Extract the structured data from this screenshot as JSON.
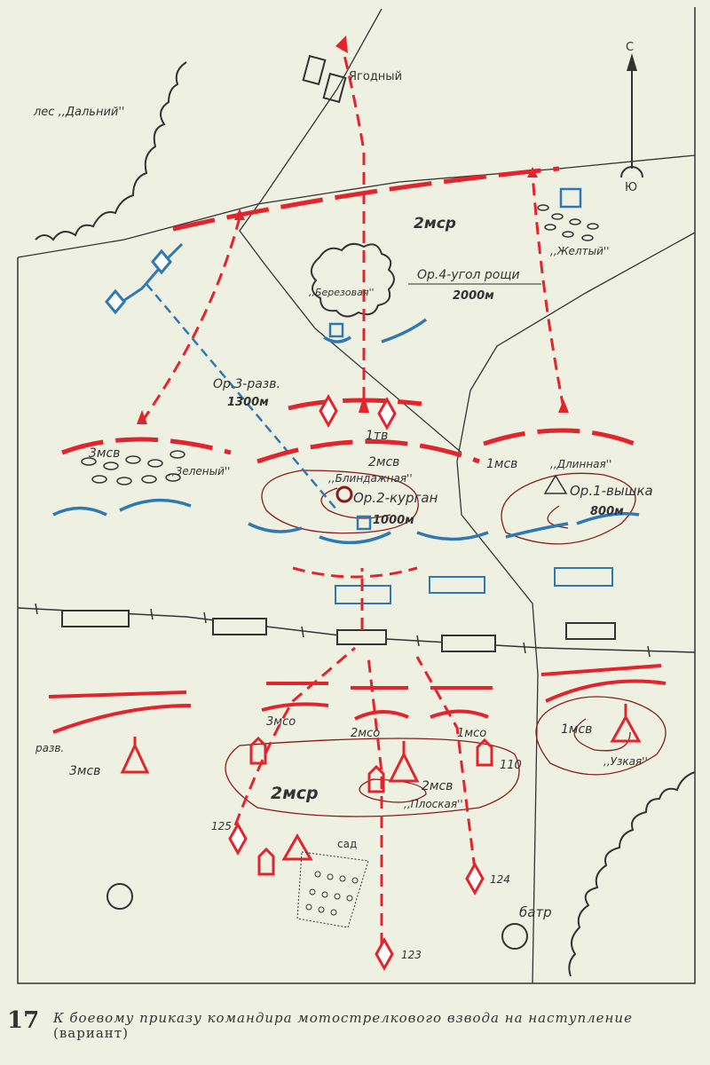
{
  "map": {
    "colors": {
      "background": "#eef1e1",
      "own_forces": "#e4242c",
      "enemy_forces": "#2f78b2",
      "terrain": "#333333",
      "relief": "#8a1a1a"
    },
    "labels": {
      "forest_far": "лес ,,Дальний''",
      "village": "Ягодный",
      "north": "С",
      "south": "Ю",
      "company_2_top": "2мср",
      "yellow": ",,Желтый''",
      "birch": ",,Березовая''",
      "lm4_name": "Ор.4-угол рощи",
      "lm4_dist": "2000м",
      "lm3_name": "Ор.3-разв.",
      "lm3_dist": "1300м",
      "tank_1": "1тв",
      "msv_3": "3мсв",
      "green": ",,Зеленый''",
      "msv_2": "2мсв",
      "dugout": ",,Блиндажная''",
      "lm2_name": "Ор.2-курган",
      "lm2_dist": "1000м",
      "msv_1": "1мсв",
      "long": ",,Длинная''",
      "lm1_name": "Ор.1-вышка",
      "lm1_dist": "800м",
      "recon": "разв.",
      "msv_3_left": "3мсв",
      "mso_3": "3мсо",
      "mso_2": "2мсо",
      "mso_1": "1мсо",
      "height_110": "110",
      "msv_1_right": "1мсв",
      "narrow": ",,Узкая''",
      "company_2_bottom": "2мср",
      "msv_2_bottom": "2мсв",
      "flat": ",,Плоская''",
      "vehicle_125": "125",
      "vehicle_124": "124",
      "vehicle_123": "123",
      "garden": "сад",
      "battery": "батр"
    }
  },
  "caption": {
    "figure_number": "17",
    "text": "К боевому приказу командира мотострелкового взвода на наступление",
    "subtext": "(вариант)"
  }
}
